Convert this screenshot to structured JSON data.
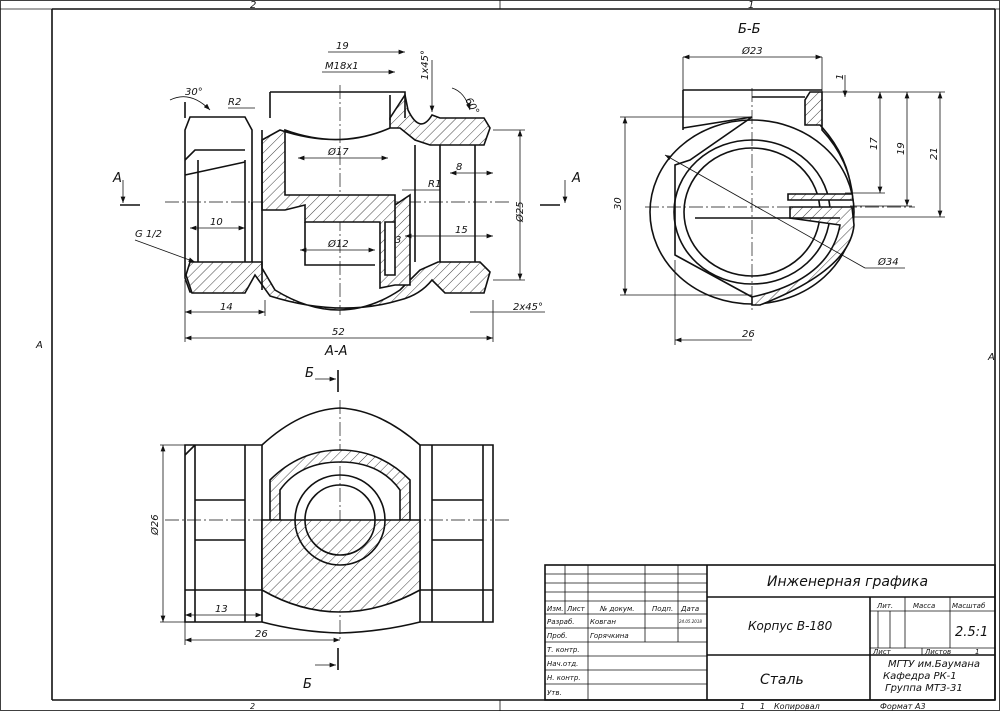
{
  "frame": {
    "zones_top": [
      "2",
      "1"
    ],
    "zones_bottom": [
      "2",
      "1"
    ],
    "zones_side": [
      "A",
      "A"
    ]
  },
  "view_front": {
    "title": "А-А",
    "section_marks": [
      "А",
      "А"
    ],
    "dimensions": [
      "19",
      "M18x1",
      "1x45°",
      "30°",
      "60°",
      "R2",
      "Ø17",
      "8",
      "R1",
      "Ø25",
      "10",
      "G 1/2",
      "Ø12",
      "3",
      "15",
      "14",
      "52",
      "2x45°"
    ]
  },
  "view_section": {
    "title": "Б-Б",
    "dimensions": [
      "Ø23",
      "1",
      "17",
      "19",
      "21",
      "30",
      "Ø34",
      "26"
    ]
  },
  "view_bottom": {
    "section_marks": [
      "Б",
      "Б"
    ],
    "dimensions": [
      "Ø26",
      "13",
      "26"
    ]
  },
  "title_block": {
    "org_title": "Инженерная графика",
    "part_name": "Корпус В-180",
    "material": "Сталь",
    "headers": {
      "izm": "Изм.",
      "list": "Лист",
      "doc": "№ докум.",
      "sign": "Подп.",
      "date": "Дата"
    },
    "roles": [
      "Разраб.",
      "Проб.",
      "Т. контр.",
      "Нач.отд.",
      "Н. контр.",
      "Утв."
    ],
    "developer": "Ковган",
    "checker": "Горячкина",
    "date": "24.05.2018",
    "lit_label": "Лит.",
    "mass_label": "Масса",
    "scale_label": "Масштаб",
    "scale": "2.5:1",
    "sheet_label": "Лист",
    "sheets_label": "Листов",
    "sheets": "1",
    "org_lines": [
      "МГТУ им.Баумана",
      "Кафедра РК-1",
      "Группа МТЗ-31"
    ],
    "copied_num": "1",
    "copied_label": "Копировал",
    "format_label": "Формат А3"
  }
}
